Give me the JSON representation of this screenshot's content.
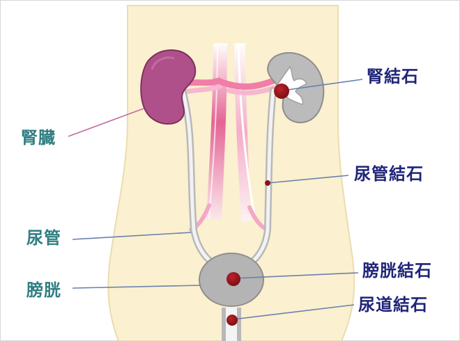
{
  "labels": {
    "kidney": "腎臓",
    "ureter": "尿管",
    "bladder": "膀胱",
    "kidney_stone": "腎結石",
    "ureteral_stone": "尿管結石",
    "bladder_stone": "膀胱結石",
    "urethral_stone": "尿道結石"
  },
  "colors": {
    "organ_label": "#2f7e82",
    "stone_label": "#1f2478",
    "kidney": "#b0508a",
    "body": "#fbf0cf",
    "organ_gray": "#b9b9b9",
    "stone": "#8b1217",
    "aorta": "#e2548f"
  }
}
